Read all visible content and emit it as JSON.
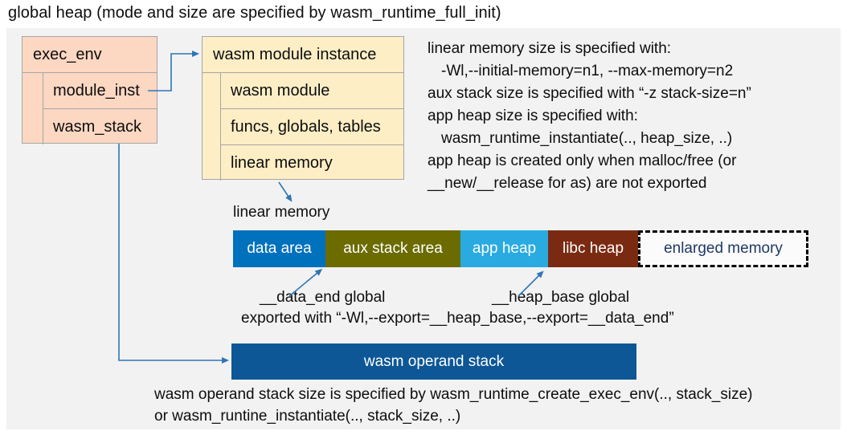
{
  "title": "global heap (mode and size are specified by wasm_runtime_full_init)",
  "exec_env": {
    "header": "exec_env",
    "rows": [
      "module_inst",
      "wasm_stack"
    ]
  },
  "module_instance": {
    "header": "wasm module instance",
    "rows": [
      "wasm module",
      "funcs, globals, tables",
      "linear memory"
    ]
  },
  "notes_right": {
    "lines": [
      "linear memory size is specified with:",
      "-Wl,--initial-memory=n1, --max-memory=n2",
      "aux stack size is specified with “-z stack-size=n”",
      "app heap size is specified with:",
      "wasm_runtime_instantiate(.., heap_size, ..)",
      "app heap is created only when malloc/free (or",
      "__new/__release for as) are not exported"
    ]
  },
  "linear_memory": {
    "label": "linear memory",
    "segments": [
      {
        "label": "data area",
        "color": "#0071bd",
        "text_color": "#ffffff"
      },
      {
        "label": "aux stack area",
        "color": "#6b6b00",
        "text_color": "#ffffff"
      },
      {
        "label": "app heap",
        "color": "#29abe2",
        "text_color": "#ffffff"
      },
      {
        "label": "libc heap",
        "color": "#7b2a12",
        "text_color": "#ffffff"
      },
      {
        "label": "enlarged memory",
        "color": "#fbfbfb",
        "text_color": "#1f3864",
        "border": "dashed black"
      }
    ],
    "data_end_label": "__data_end global",
    "heap_base_label": "__heap_base global",
    "export_note": "exported with “-Wl,--export=__heap_base,--export=__data_end”"
  },
  "operand_stack": {
    "label": "wasm operand stack",
    "fill": "#0d5796",
    "note_lines": [
      "wasm operand stack size is specified by wasm_runtime_create_exec_env(.., stack_size)",
      "or wasm_runtine_instantiate(.., stack_size, ..)"
    ]
  },
  "colors": {
    "panel_bg": "#f2f2f2",
    "exec_env_fill": "#fcd7c2",
    "instance_fill": "#fdeec6",
    "box_border": "#a6a6a6",
    "arrow": "#2e75b6"
  }
}
